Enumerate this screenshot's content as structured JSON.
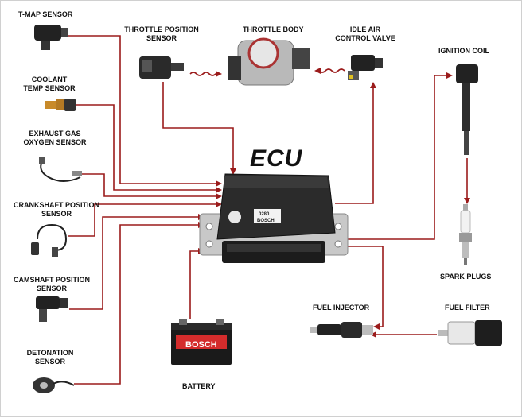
{
  "diagram": {
    "title": "ECU",
    "wire_color": "#9b1b1b",
    "ecu_box": {
      "label_line1": "0280",
      "label_line2": "BOSCH"
    },
    "battery_brand": "BOSCH",
    "sensors": {
      "tmap": {
        "line1": "T-MAP SENSOR"
      },
      "coolant": {
        "line1": "COOLANT",
        "line2": "TEMP SENSOR"
      },
      "exhaust": {
        "line1": "EXHAUST GAS",
        "line2": "OXYGEN SENSOR"
      },
      "crank": {
        "line1": "CRANKSHAFT POSITION",
        "line2": "SENSOR"
      },
      "cam": {
        "line1": "CAMSHAFT POSITION",
        "line2": "SENSOR"
      },
      "knock": {
        "line1": "DETONATION",
        "line2": "SENSOR"
      },
      "throttle_pos": {
        "line1": "THROTTLE POSITION",
        "line2": "SENSOR"
      },
      "throttle_body": {
        "line1": "THROTTLE BODY"
      },
      "iac": {
        "line1": "IDLE AIR",
        "line2": "CONTROL VALVE"
      },
      "coil": {
        "line1": "IGNITION COIL"
      },
      "plugs": {
        "line1": "SPARK PLUGS"
      },
      "injector": {
        "line1": "FUEL INJECTOR"
      },
      "filter": {
        "line1": "FUEL FILTER"
      },
      "battery": {
        "line1": "BATTERY"
      }
    }
  }
}
